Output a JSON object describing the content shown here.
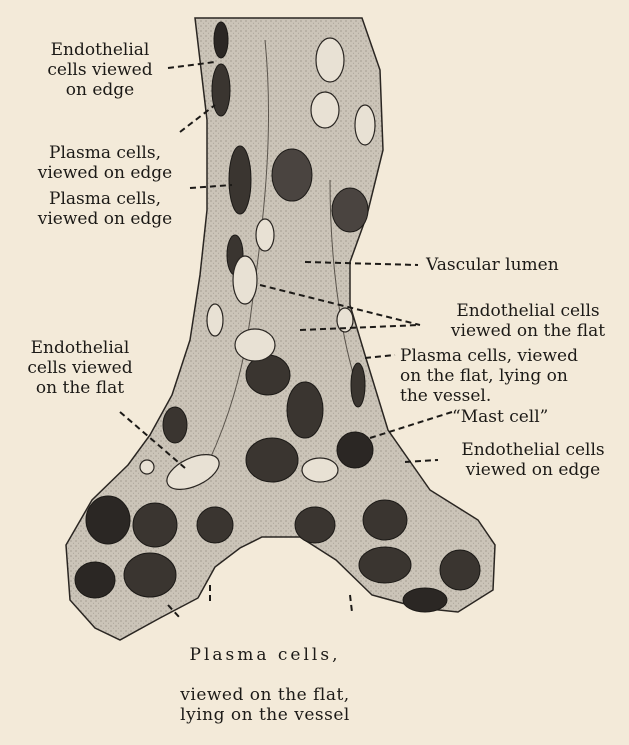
{
  "labels": {
    "endothelial_edge_top": "Endothelial\ncells viewed\non edge",
    "plasma_edge_1": "Plasma cells,\nviewed on edge",
    "plasma_edge_2": "Plasma cells,\nviewed on edge",
    "vascular_lumen": "Vascular lumen",
    "endothelial_flat_right": "Endothelial cells\nviewed on the flat",
    "plasma_flat_right": "Plasma cells, viewed\non the flat, lying on\nthe vessel.",
    "mast_cell": "“Mast cell”",
    "endothelial_edge_right": "Endothelial cells\nviewed on edge",
    "endothelial_flat_left": "Endothelial\ncells viewed\non the flat",
    "plasma_bottom_line1": "Plasma cells,",
    "plasma_bottom_rest": "viewed on the flat,\nlying on the vessel"
  },
  "colors": {
    "background": "#f3ead9",
    "vessel": "#c9c2b6",
    "ink": "#1c1a17"
  }
}
